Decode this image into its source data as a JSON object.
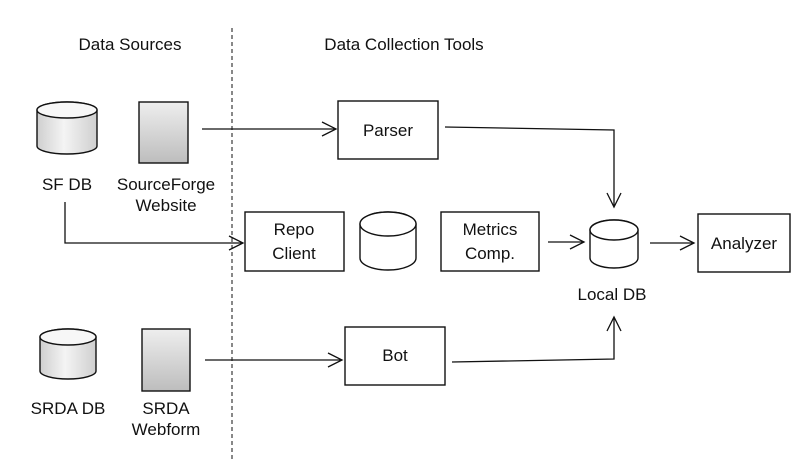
{
  "headers": {
    "data_sources": "Data Sources",
    "data_collection_tools": "Data Collection Tools"
  },
  "sources": {
    "sf_db": "SF DB",
    "sourceforge_website_line1": "SourceForge",
    "sourceforge_website_line2": "Website",
    "srda_db": "SRDA DB",
    "srda_webform_line1": "SRDA",
    "srda_webform_line2": "Webform"
  },
  "tools": {
    "parser": "Parser",
    "repo_client_line1": "Repo",
    "repo_client_line2": "Client",
    "metrics_comp_line1": "Metrics",
    "metrics_comp_line2": "Comp.",
    "bot": "Bot",
    "local_db": "Local DB",
    "analyzer": "Analyzer"
  }
}
